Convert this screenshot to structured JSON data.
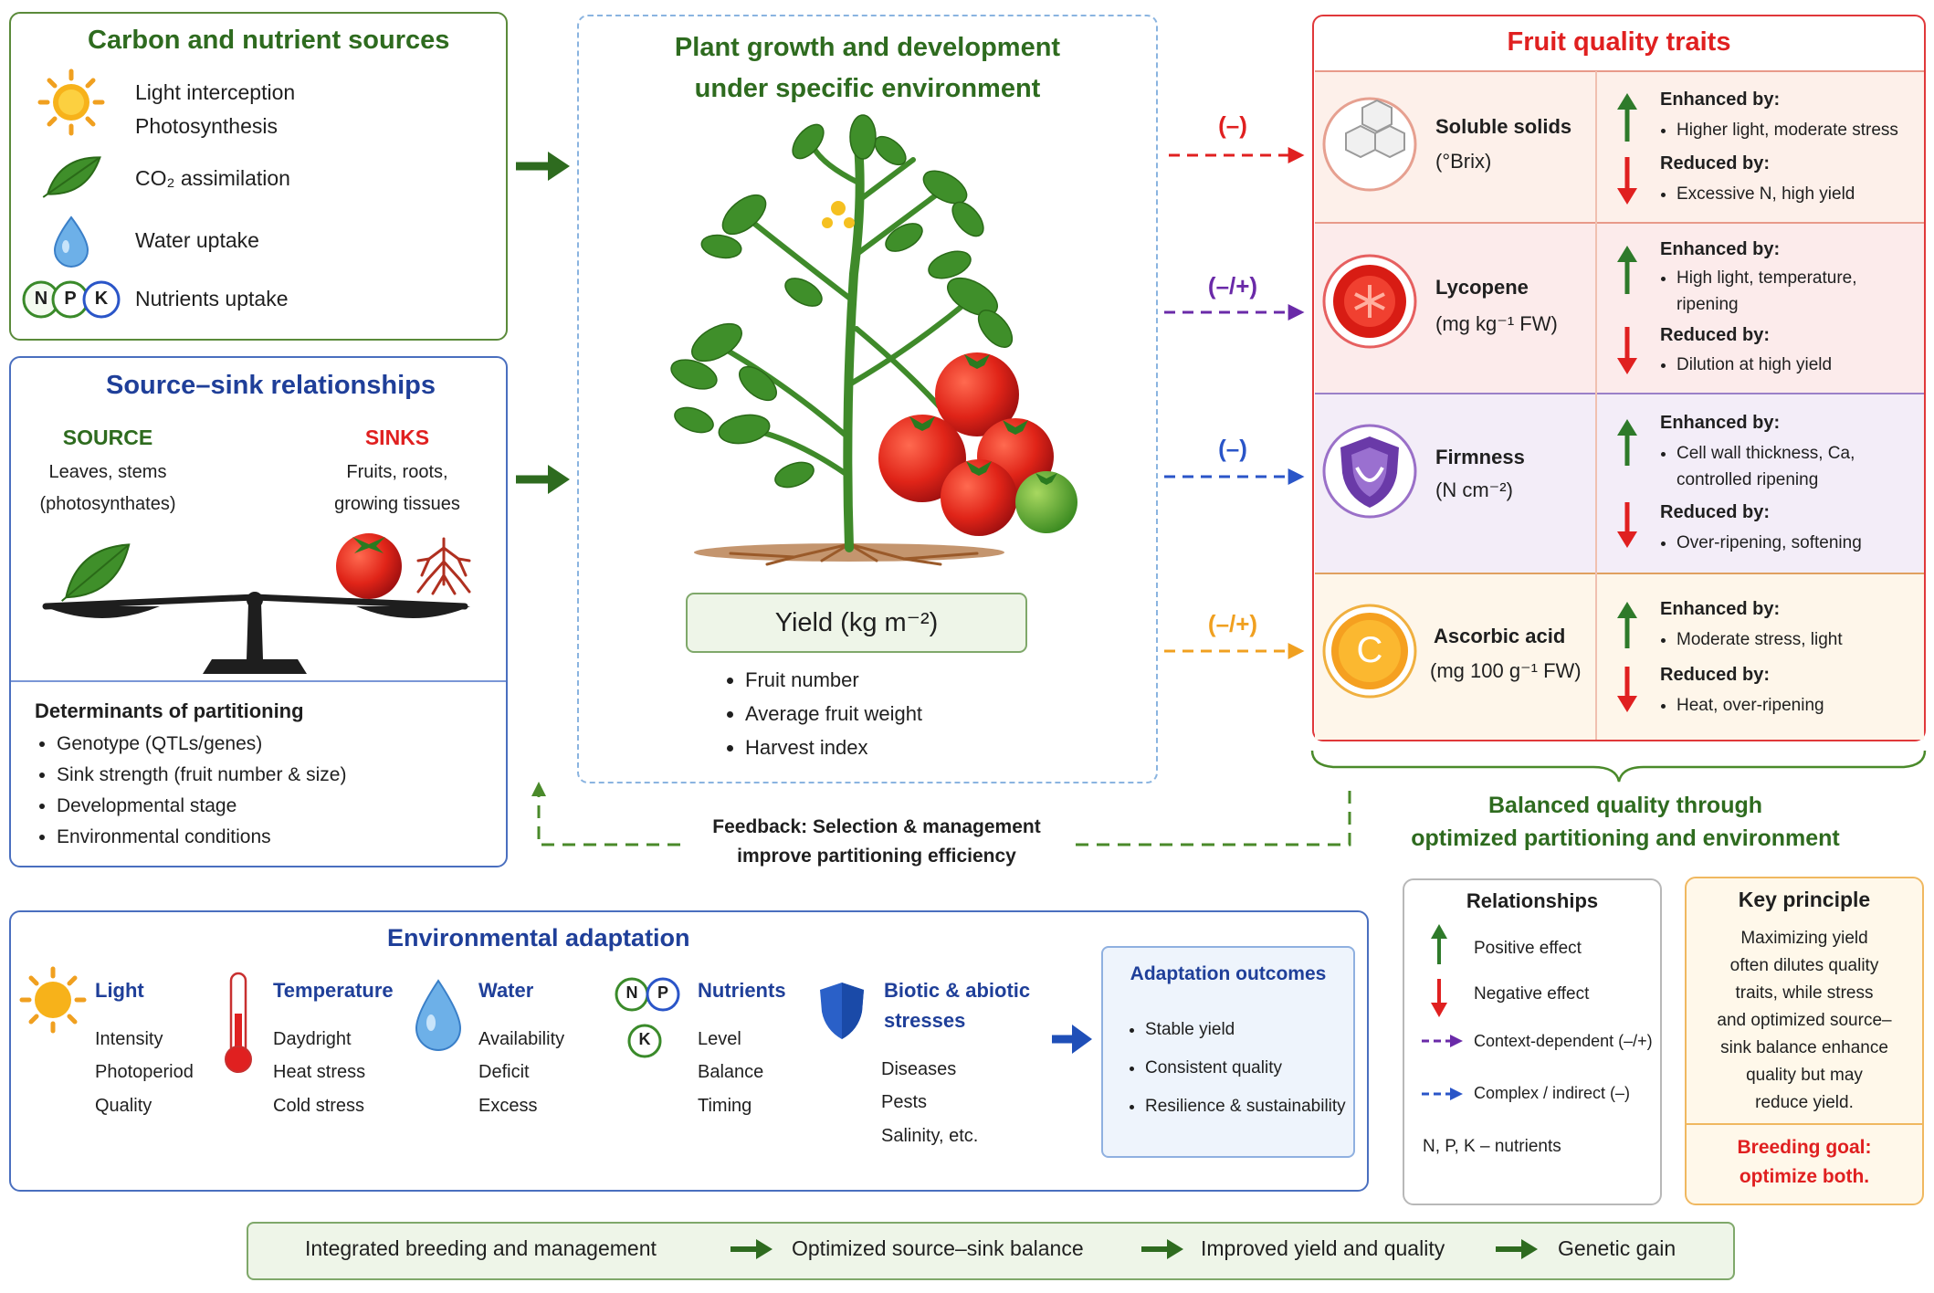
{
  "colors": {
    "green": "#2e6b1f",
    "blue": "#1f3f99",
    "red": "#e02020",
    "purple": "#6a2aa8",
    "dashblue": "#2a55c8",
    "orange": "#f0a020",
    "darkgreen": "#2f6e1f"
  },
  "carbon": {
    "title": "Carbon and nutrient sources",
    "items": [
      {
        "icon": "sun-icon",
        "label": "Light interception"
      },
      {
        "icon": "",
        "label": "Photosynthesis"
      },
      {
        "icon": "leaf-icon",
        "label": "CO₂ assimilation"
      },
      {
        "icon": "water-drop-icon",
        "label": "Water uptake"
      },
      {
        "icon": "npk-icon",
        "label": "Nutrients uptake"
      }
    ],
    "npk": [
      "N",
      "P",
      "K"
    ]
  },
  "sourcesink": {
    "title": "Source–sink relationships",
    "source_label": "SOURCE",
    "source_desc1": "Leaves, stems",
    "source_desc2": "(photosynthates)",
    "sinks_label": "SINKS",
    "sinks_desc1": "Fruits, roots,",
    "sinks_desc2": "growing tissues",
    "determinants_title": "Determinants of partitioning",
    "determinants": [
      "Genotype (QTLs/genes)",
      "Sink strength (fruit number & size)",
      "Developmental stage",
      "Environmental conditions"
    ]
  },
  "plant": {
    "title1": "Plant growth and development",
    "title2": "under specific environment",
    "yield_label": "Yield (kg m⁻²)",
    "yield_items": [
      "Fruit number",
      "Average fruit weight",
      "Harvest index"
    ]
  },
  "feedback": {
    "line1": "Feedback: Selection & management",
    "line2": "improve partitioning efficiency"
  },
  "effects": [
    "(–)",
    "(–/+)",
    "(–)",
    "(–/+)"
  ],
  "fruit": {
    "title": "Fruit quality traits",
    "enhanced_label": "Enhanced by:",
    "reduced_label": "Reduced by:",
    "traits": [
      {
        "name": "Soluble solids",
        "unit": "(°Brix)",
        "enhanced": [
          "Higher light, moderate stress"
        ],
        "reduced": [
          "Excessive N, high yield"
        ]
      },
      {
        "name": "Lycopene",
        "unit": "(mg kg⁻¹ FW)",
        "enhanced": [
          "High light, temperature,",
          "ripening"
        ],
        "reduced": [
          "Dilution at high yield"
        ]
      },
      {
        "name": "Firmness",
        "unit": "(N cm⁻²)",
        "enhanced": [
          "Cell wall thickness, Ca,",
          "controlled ripening"
        ],
        "reduced": [
          "Over-ripening, softening"
        ]
      },
      {
        "name": "Ascorbic acid",
        "unit": "(mg 100 g⁻¹ FW)",
        "enhanced": [
          "Moderate stress, light"
        ],
        "reduced": [
          "Heat, over-ripening"
        ]
      }
    ],
    "ascorbic_letter": "C"
  },
  "balanced": {
    "line1": "Balanced quality through",
    "line2": "optimized partitioning and environment"
  },
  "environment": {
    "title": "Environmental adaptation",
    "groups": [
      {
        "title": "Light",
        "items": [
          "Intensity",
          "Photoperiod",
          "Quality"
        ]
      },
      {
        "title": "Temperature",
        "items": [
          "Daydright",
          "Heat stress",
          "Cold stress"
        ]
      },
      {
        "title": "Water",
        "items": [
          "Availability",
          "Deficit",
          "Excess"
        ]
      },
      {
        "title": "Nutrients",
        "items": [
          "Level",
          "Balance",
          "Timing"
        ]
      },
      {
        "title": "Biotic & abiotic",
        "title2": "stresses",
        "items": [
          "Diseases",
          "Pests",
          "Salinity, etc."
        ]
      }
    ],
    "np_letters": [
      "N",
      "P"
    ],
    "k_letter": "K"
  },
  "outcomes": {
    "title": "Adaptation outcomes",
    "items": [
      "Stable yield",
      "Consistent quality",
      "Resilience & sustainability"
    ]
  },
  "relationships": {
    "title": "Relationships",
    "items": [
      {
        "label": "Positive effect"
      },
      {
        "label": "Negative effect"
      },
      {
        "label": "Context-dependent (–/+)"
      },
      {
        "label": "Complex / indirect (–)"
      }
    ],
    "note": "N, P, K – nutrients"
  },
  "principle": {
    "title": "Key principle",
    "lines": [
      "Maximizing yield",
      "often dilutes quality",
      "traits, while stress",
      "and optimized source–",
      "sink balance enhance",
      "quality but may",
      "reduce yield."
    ],
    "goal1": "Breeding goal:",
    "goal2": "optimize both."
  },
  "pipeline": [
    "Integrated breeding and management",
    "Optimized source–sink balance",
    "Improved yield and quality",
    "Genetic gain"
  ]
}
